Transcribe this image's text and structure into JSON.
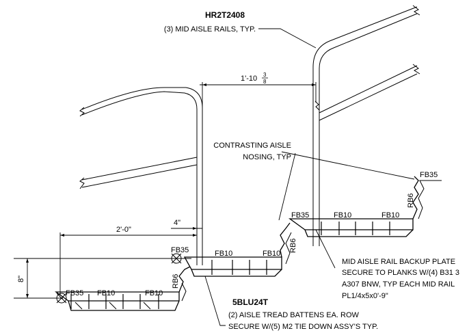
{
  "callouts": {
    "rail_mark": "HR2T2408",
    "rail_note": "(3) MID AISLE RAILS, TYP.",
    "nosing_line1": "CONTRASTING AISLE",
    "nosing_line2": "NOSING, TYP",
    "backup_line1": "MID AISLE RAIL BACKUP PLATE",
    "backup_line2": "SECURE TO PLANKS W/(4) B31 3",
    "backup_line3": "A307 BNW, TYP EACH MID RAIL",
    "backup_line4": "PL1/4x5x0'-9\"",
    "tread_mark": "5BLU24T",
    "tread_line1": "(2) AISLE TREAD BATTENS EA. ROW",
    "tread_line2": "SECURE W/(5) M2 TIE DOWN ASSY'S TYP."
  },
  "dimensions": {
    "top_whole": "1'-10",
    "top_frac_num": "3",
    "top_frac_den": "8",
    "tread_width": "2'-0\"",
    "offset": "4\"",
    "riser": "8\""
  },
  "tags": {
    "fb35_top": "FB35",
    "fb35_upper": "FB35",
    "fb10_upper_a": "FB10",
    "fb10_upper_b": "FB10",
    "rb6_upper": "RB6",
    "rb6_top": "RB6",
    "fb35_mid": "FB35",
    "fb10_mid_a": "FB10",
    "fb10_mid_b": "FB10",
    "rb6_mid": "RB6",
    "fb35_low": "FB35",
    "fb10_low_a": "FB10",
    "fb10_low_b": "FB10"
  }
}
